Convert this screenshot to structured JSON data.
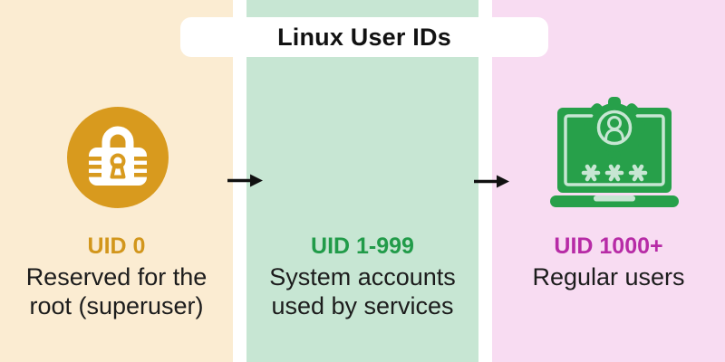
{
  "title": "Linux User IDs",
  "columns": [
    {
      "id": "root",
      "heading": "UID 0",
      "heading_color": "#d2961c",
      "lines": [
        "Reserved for the",
        "root (superuser)"
      ],
      "background": "#fbecd2",
      "icon": "lock-icon",
      "icon_color": "#d89a1e"
    },
    {
      "id": "system",
      "heading": "UID 1-999",
      "heading_color": "#219b49",
      "lines": [
        "System accounts",
        "used by services"
      ],
      "background": "#c7e6d3",
      "icon": "laptop-password-gear-icon",
      "icon_color": "#27a04a"
    },
    {
      "id": "regular",
      "heading": "UID 1000+",
      "heading_color": "#b72ba6",
      "lines": [
        "Regular users"
      ],
      "background": "#f8dcf2",
      "icon": "user-gear-icon",
      "icon_color": "#b52ba3"
    }
  ],
  "arrows": [
    {
      "name": "arrow-root-to-system",
      "direction": "right",
      "color": "#111111"
    },
    {
      "name": "arrow-system-to-regular",
      "direction": "right",
      "color": "#111111"
    }
  ],
  "colors": {
    "canvas": "#ffffff",
    "body_text": "#1c1c1c",
    "title_text": "#121212"
  }
}
